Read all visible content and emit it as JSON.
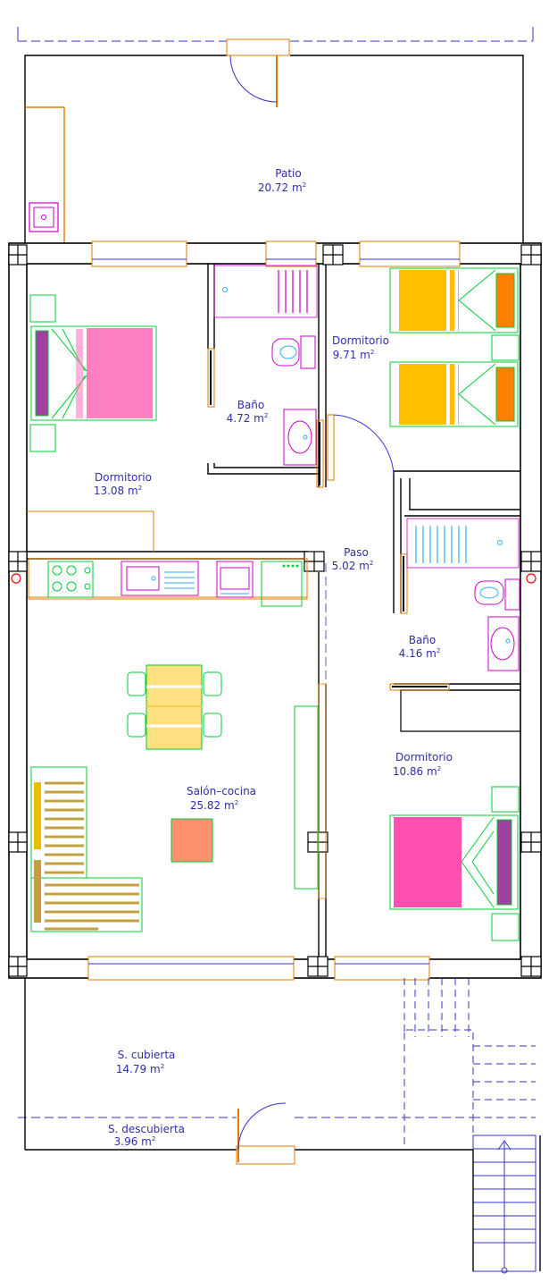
{
  "colors": {
    "wall": "#000000",
    "dimension_line": "#3333cc",
    "window_frame": "#e07b00",
    "furniture_outline": "#00cc33",
    "sanitary": "#cc00cc",
    "bed_pink": "#ff80c0",
    "bed_purple": "#a040a0",
    "bed_yellow": "#ffbf00",
    "bed_orange": "#ff8000",
    "table_yellow": "#ffe080",
    "sofa_olive": "#c0a040",
    "rug": "#ff9070",
    "shower_blue": "#33aaff",
    "axis_marker": "#ff0000"
  },
  "rooms": [
    {
      "id": "patio",
      "name": "Patio",
      "area": "20.72 m",
      "sup": "2"
    },
    {
      "id": "dorm1",
      "name": "Dormitorio",
      "area": "13.08 m",
      "sup": "2"
    },
    {
      "id": "bano1",
      "name": "Baño",
      "area": "4.72 m",
      "sup": "2"
    },
    {
      "id": "dorm2",
      "name": "Dormitorio",
      "area": "9.71 m",
      "sup": "2"
    },
    {
      "id": "paso",
      "name": "Paso",
      "area": "5.02 m",
      "sup": "2"
    },
    {
      "id": "bano2",
      "name": "Baño",
      "area": "4.16 m",
      "sup": "2"
    },
    {
      "id": "salon",
      "name": "Salón–cocina",
      "area": "25.82 m",
      "sup": "2"
    },
    {
      "id": "dorm3",
      "name": "Dormitorio",
      "area": "10.86 m",
      "sup": "2"
    },
    {
      "id": "scub",
      "name": "S.  cubierta",
      "area": "14.79 m",
      "sup": "2"
    },
    {
      "id": "sdes",
      "name": "S.  descubierta",
      "area": "3.96 m",
      "sup": "2"
    }
  ]
}
